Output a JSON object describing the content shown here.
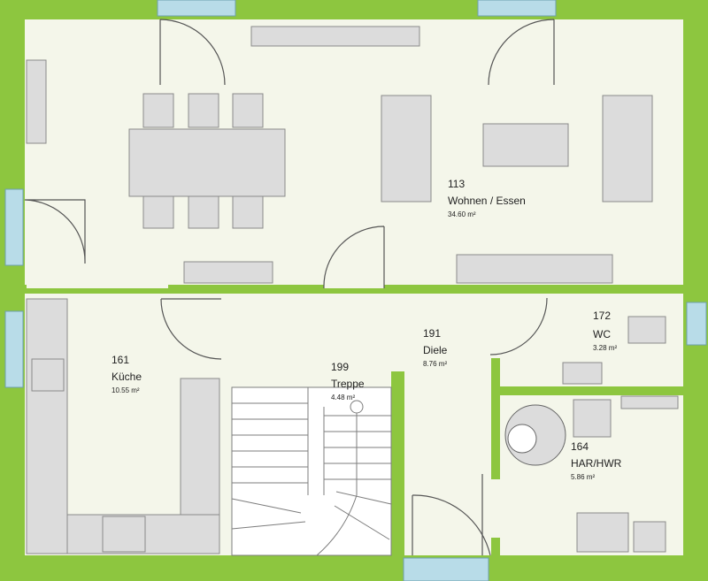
{
  "colors": {
    "wall": "#8dc63f",
    "wall_dark": "#6da82a",
    "floor": "#f4f6ea",
    "furniture_fill": "#dcdcdc",
    "furniture_stroke": "#8a8a8a",
    "window": "#b8dce8"
  },
  "rooms": [
    {
      "id": "wohnen",
      "number": "113",
      "name": "Wohnen / Essen",
      "area": "34.60 m²"
    },
    {
      "id": "kueche",
      "number": "161",
      "name": "Küche",
      "area": "10.55 m²"
    },
    {
      "id": "treppe",
      "number": "199",
      "name": "Treppe",
      "area": "4.48 m²"
    },
    {
      "id": "diele",
      "number": "191",
      "name": "Diele",
      "area": "8.76 m²"
    },
    {
      "id": "wc",
      "number": "172",
      "name": "WC",
      "area": "3.28 m²"
    },
    {
      "id": "har",
      "number": "164",
      "name": "HAR/HWR",
      "area": "5.86 m²"
    }
  ]
}
